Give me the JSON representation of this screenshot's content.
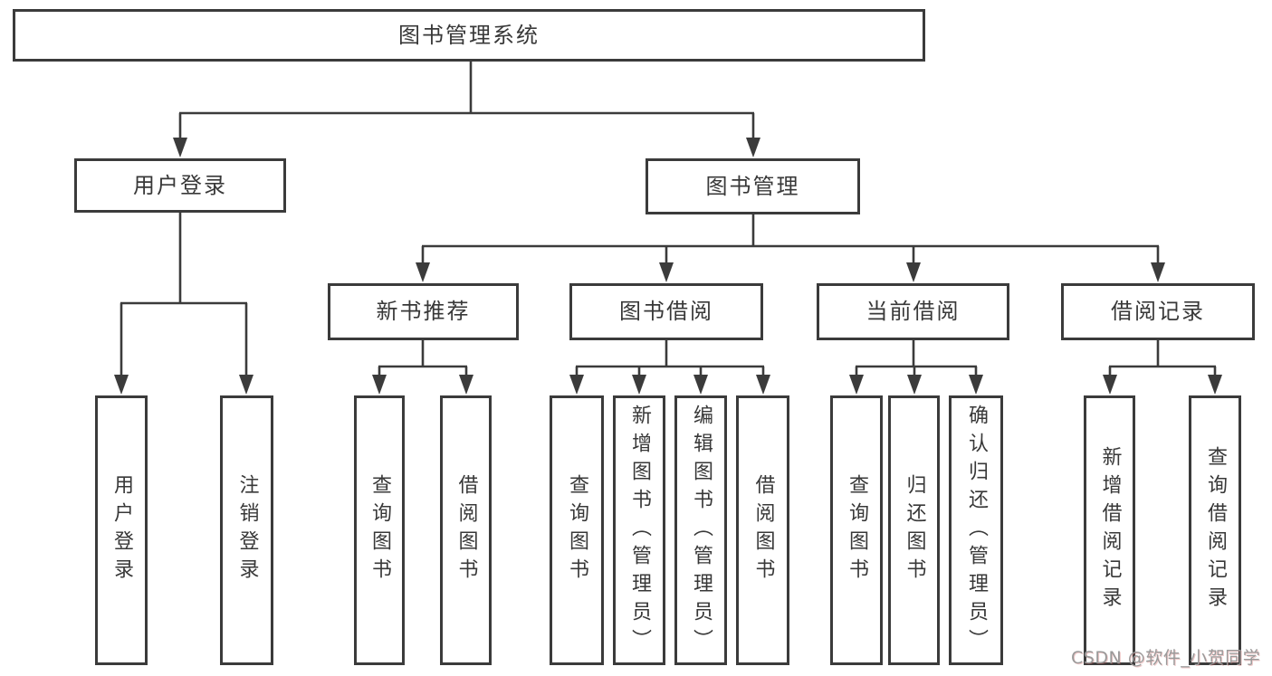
{
  "diagram": {
    "root_label": "图书管理系统",
    "groups": [
      {
        "label": "用户登录",
        "children": [
          {
            "label": "用户登录"
          },
          {
            "label": "注销登录"
          }
        ]
      },
      {
        "label": "图书管理",
        "sections": [
          {
            "label": "新书推荐",
            "children": [
              {
                "label": "查询图书"
              },
              {
                "label": "借阅图书"
              }
            ]
          },
          {
            "label": "图书借阅",
            "children": [
              {
                "label": "查询图书"
              },
              {
                "label": "新增图书（管理员）"
              },
              {
                "label": "编辑图书（管理员）"
              },
              {
                "label": "借阅图书"
              }
            ]
          },
          {
            "label": "当前借阅",
            "children": [
              {
                "label": "查询图书"
              },
              {
                "label": "归还图书"
              },
              {
                "label": "确认归还（管理员）"
              }
            ]
          },
          {
            "label": "借阅记录",
            "children": [
              {
                "label": "新增借阅记录"
              },
              {
                "label": "查询借阅记录"
              }
            ]
          }
        ]
      }
    ]
  },
  "watermark": {
    "text": "CSDN @软件_小贺同学"
  },
  "colors": {
    "line": "#3b3b3b",
    "box_border": "#3b3b3b",
    "text": "#383838",
    "watermark": "#9a9a9a"
  }
}
